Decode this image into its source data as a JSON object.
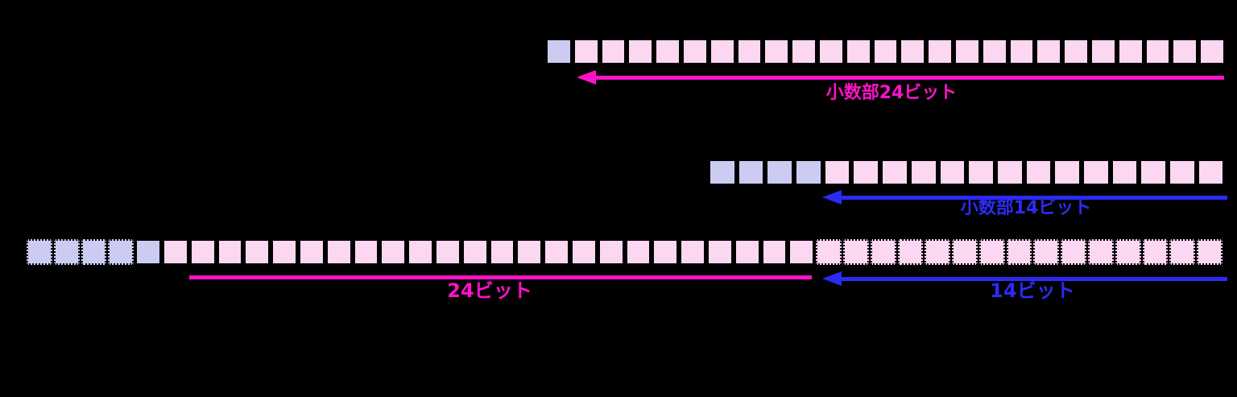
{
  "background": "#000000",
  "colors": {
    "integer_cell_fill": "#ccccf2",
    "fraction_cell_fill": "#fbd7f2",
    "cell_border": "#000000",
    "magenta_accent": "#ff12c8",
    "blue_accent": "#2b2bf5"
  },
  "labels": {
    "frac24": "小数部24ビット",
    "frac14": "小数部14ビット",
    "bits24": "24ビット",
    "bits14": "14ビット"
  },
  "diagram": {
    "rows": [
      {
        "id": "row-frac24",
        "segments": [
          {
            "type": "integer",
            "style": "solid",
            "count": 1
          },
          {
            "type": "fraction",
            "style": "solid",
            "count": 24
          }
        ]
      },
      {
        "id": "row-frac14",
        "segments": [
          {
            "type": "integer",
            "style": "solid",
            "count": 4
          },
          {
            "type": "fraction",
            "style": "solid",
            "count": 14
          }
        ]
      },
      {
        "id": "row-combined",
        "segments": [
          {
            "type": "integer",
            "style": "dotted",
            "count": 4
          },
          {
            "type": "integer",
            "style": "solid",
            "count": 1
          },
          {
            "type": "fraction",
            "style": "solid",
            "count": 24
          },
          {
            "type": "fraction",
            "style": "dotted",
            "count": 15
          }
        ]
      }
    ]
  }
}
